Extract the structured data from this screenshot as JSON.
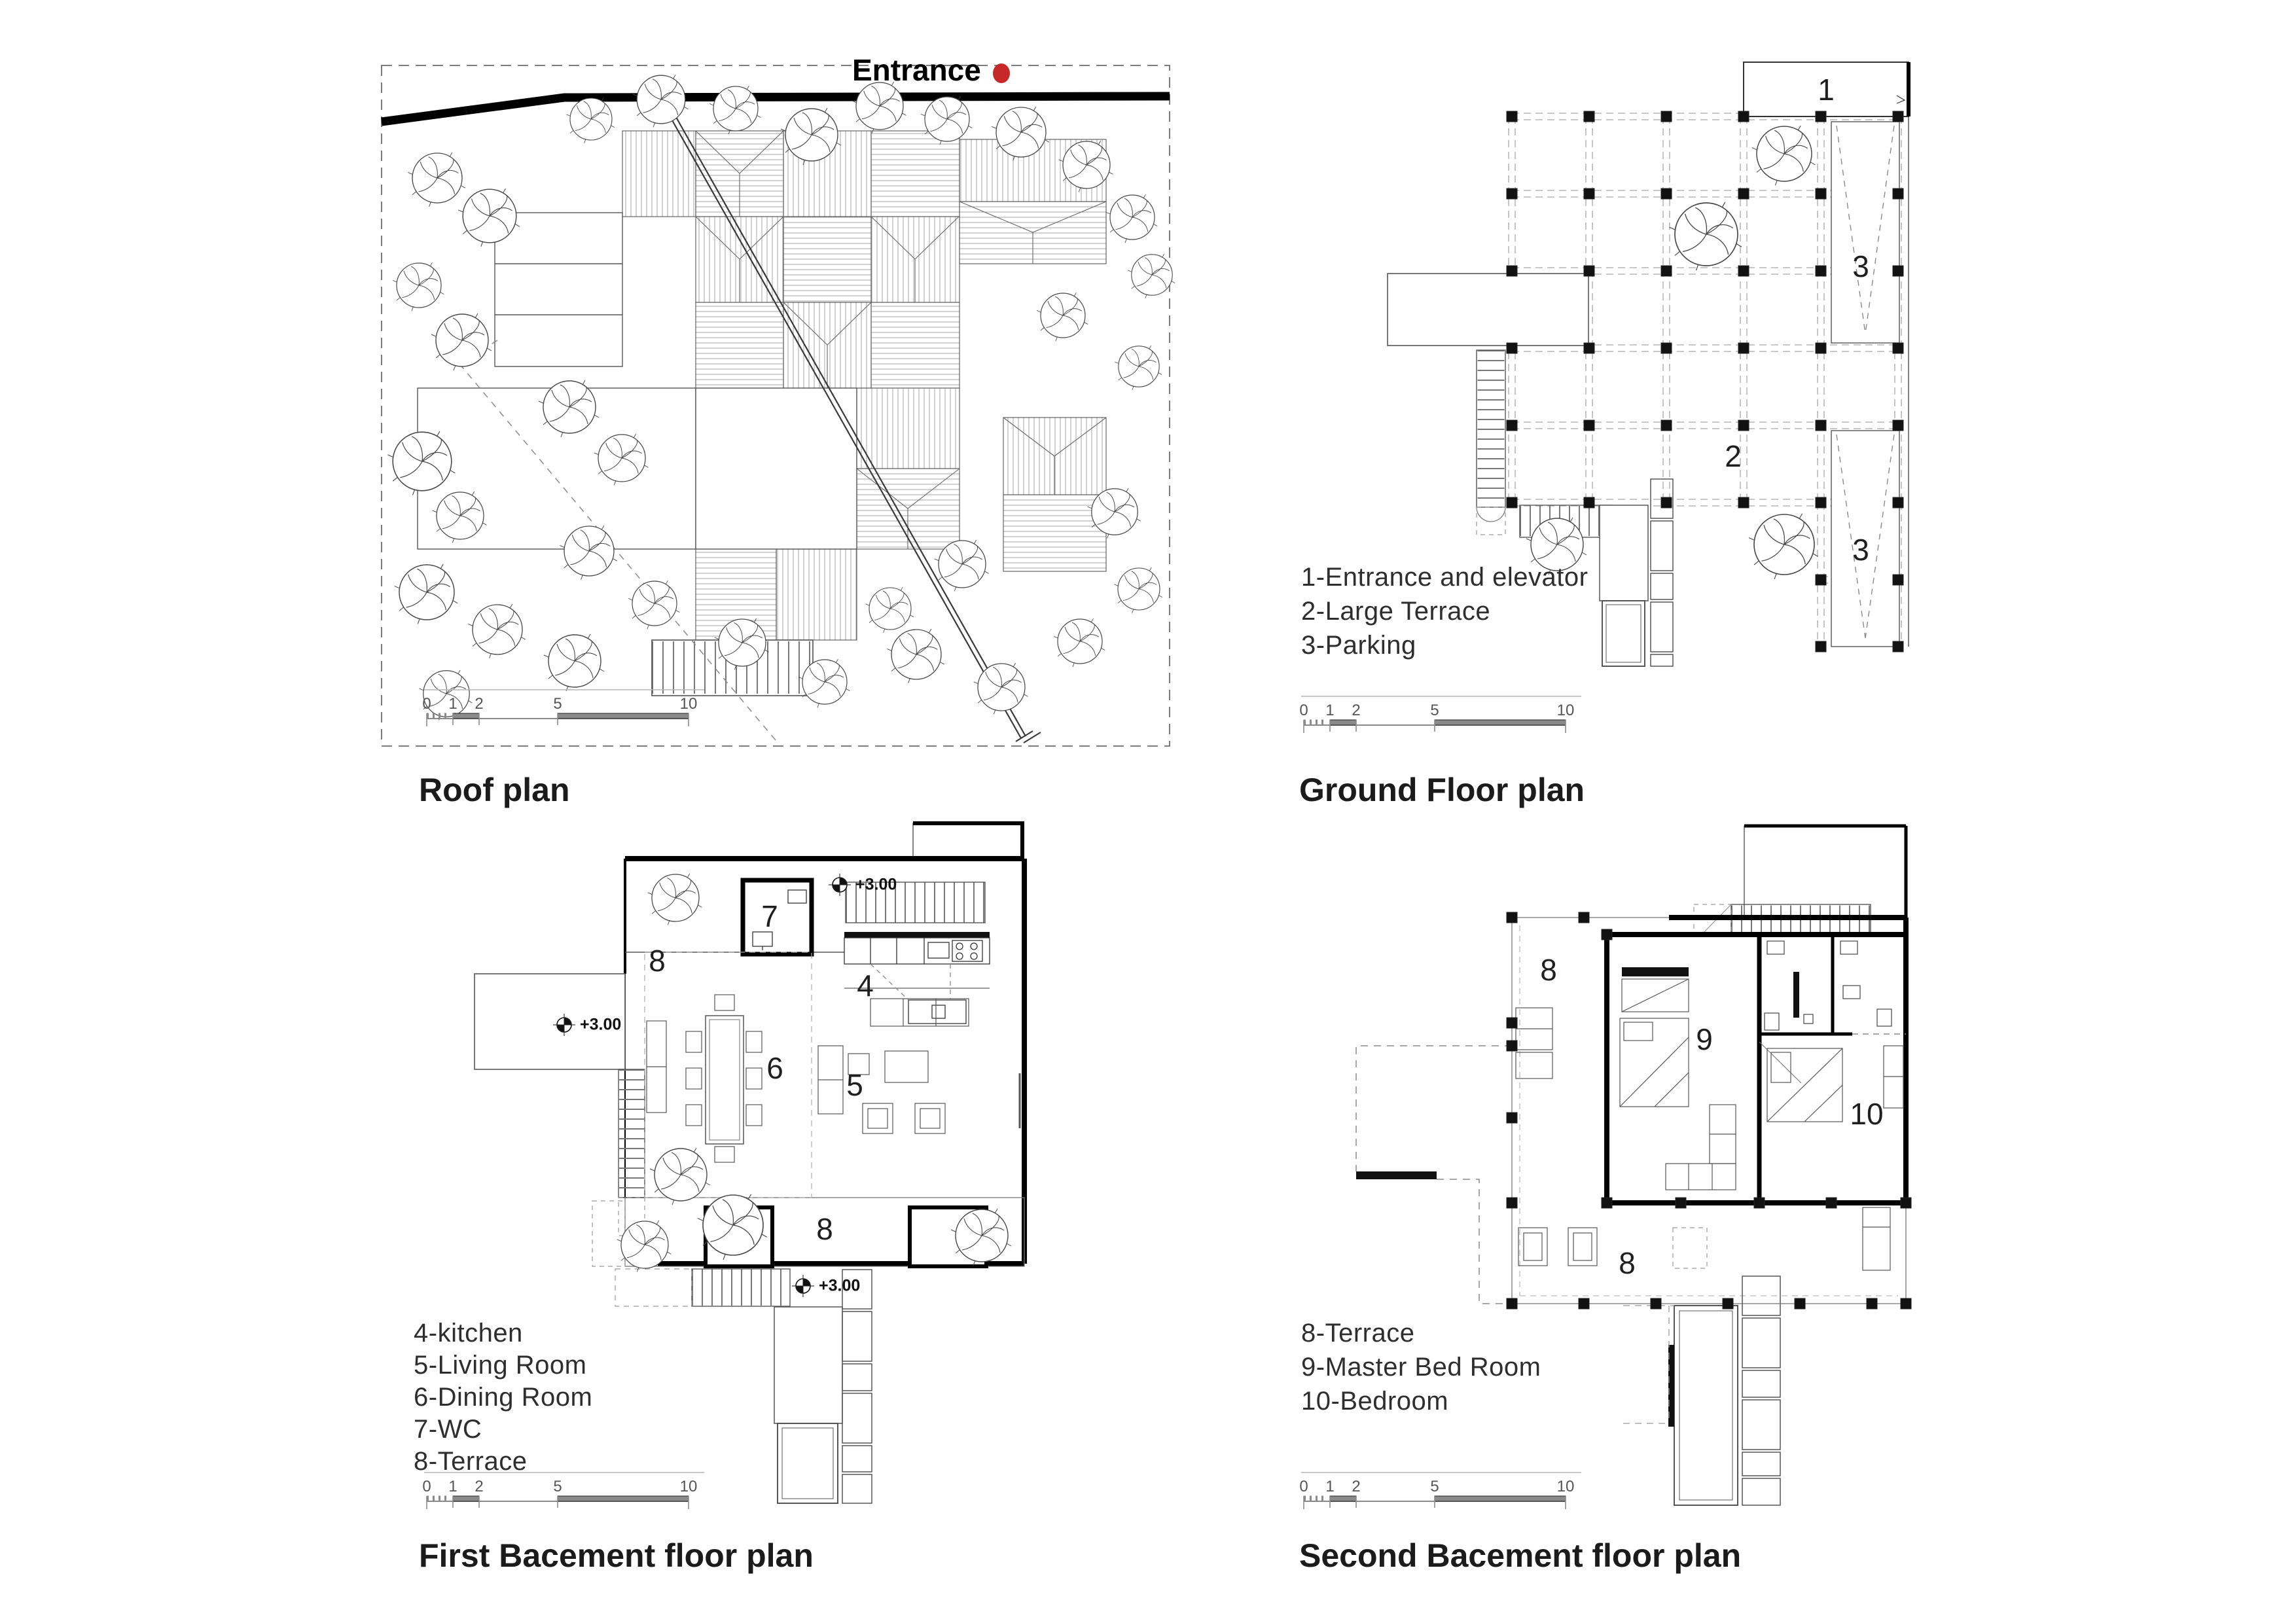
{
  "page": {
    "background": "#ffffff",
    "accent_red": "#c62828",
    "line_dark": "#1f1f1f",
    "line_gray": "#8a8a8a"
  },
  "roof_plan": {
    "title": "Roof plan",
    "entrance_label": "Entrance"
  },
  "ground_floor": {
    "title": "Ground Floor plan",
    "legend": [
      "1-Entrance and elevator",
      "2-Large Terrace",
      "3-Parking"
    ],
    "room_labels": {
      "entrance": "1",
      "terrace": "2",
      "parking_upper": "3",
      "parking_lower": "3"
    }
  },
  "first_basement": {
    "title": "First Bacement floor plan",
    "legend": [
      "4-kitchen",
      "5-Living Room",
      "6-Dining Room",
      "7-WC",
      "8-Terrace"
    ],
    "room_labels": {
      "wc": "7",
      "kitchen": "4",
      "terrace_upper": "8",
      "dining": "6",
      "living": "5",
      "terrace_lower": "8"
    },
    "levels": [
      "+3.00",
      "+3.00",
      "+3.00"
    ]
  },
  "second_basement": {
    "title": "Second Bacement floor plan",
    "legend": [
      "8-Terrace",
      "9-Master Bed Room",
      "10-Bedroom"
    ],
    "room_labels": {
      "terrace_upper": "8",
      "master": "9",
      "bedroom": "10",
      "terrace_lower": "8"
    }
  },
  "scale_bar": {
    "ticks": [
      "0",
      "1",
      "2",
      "5",
      "10"
    ]
  }
}
